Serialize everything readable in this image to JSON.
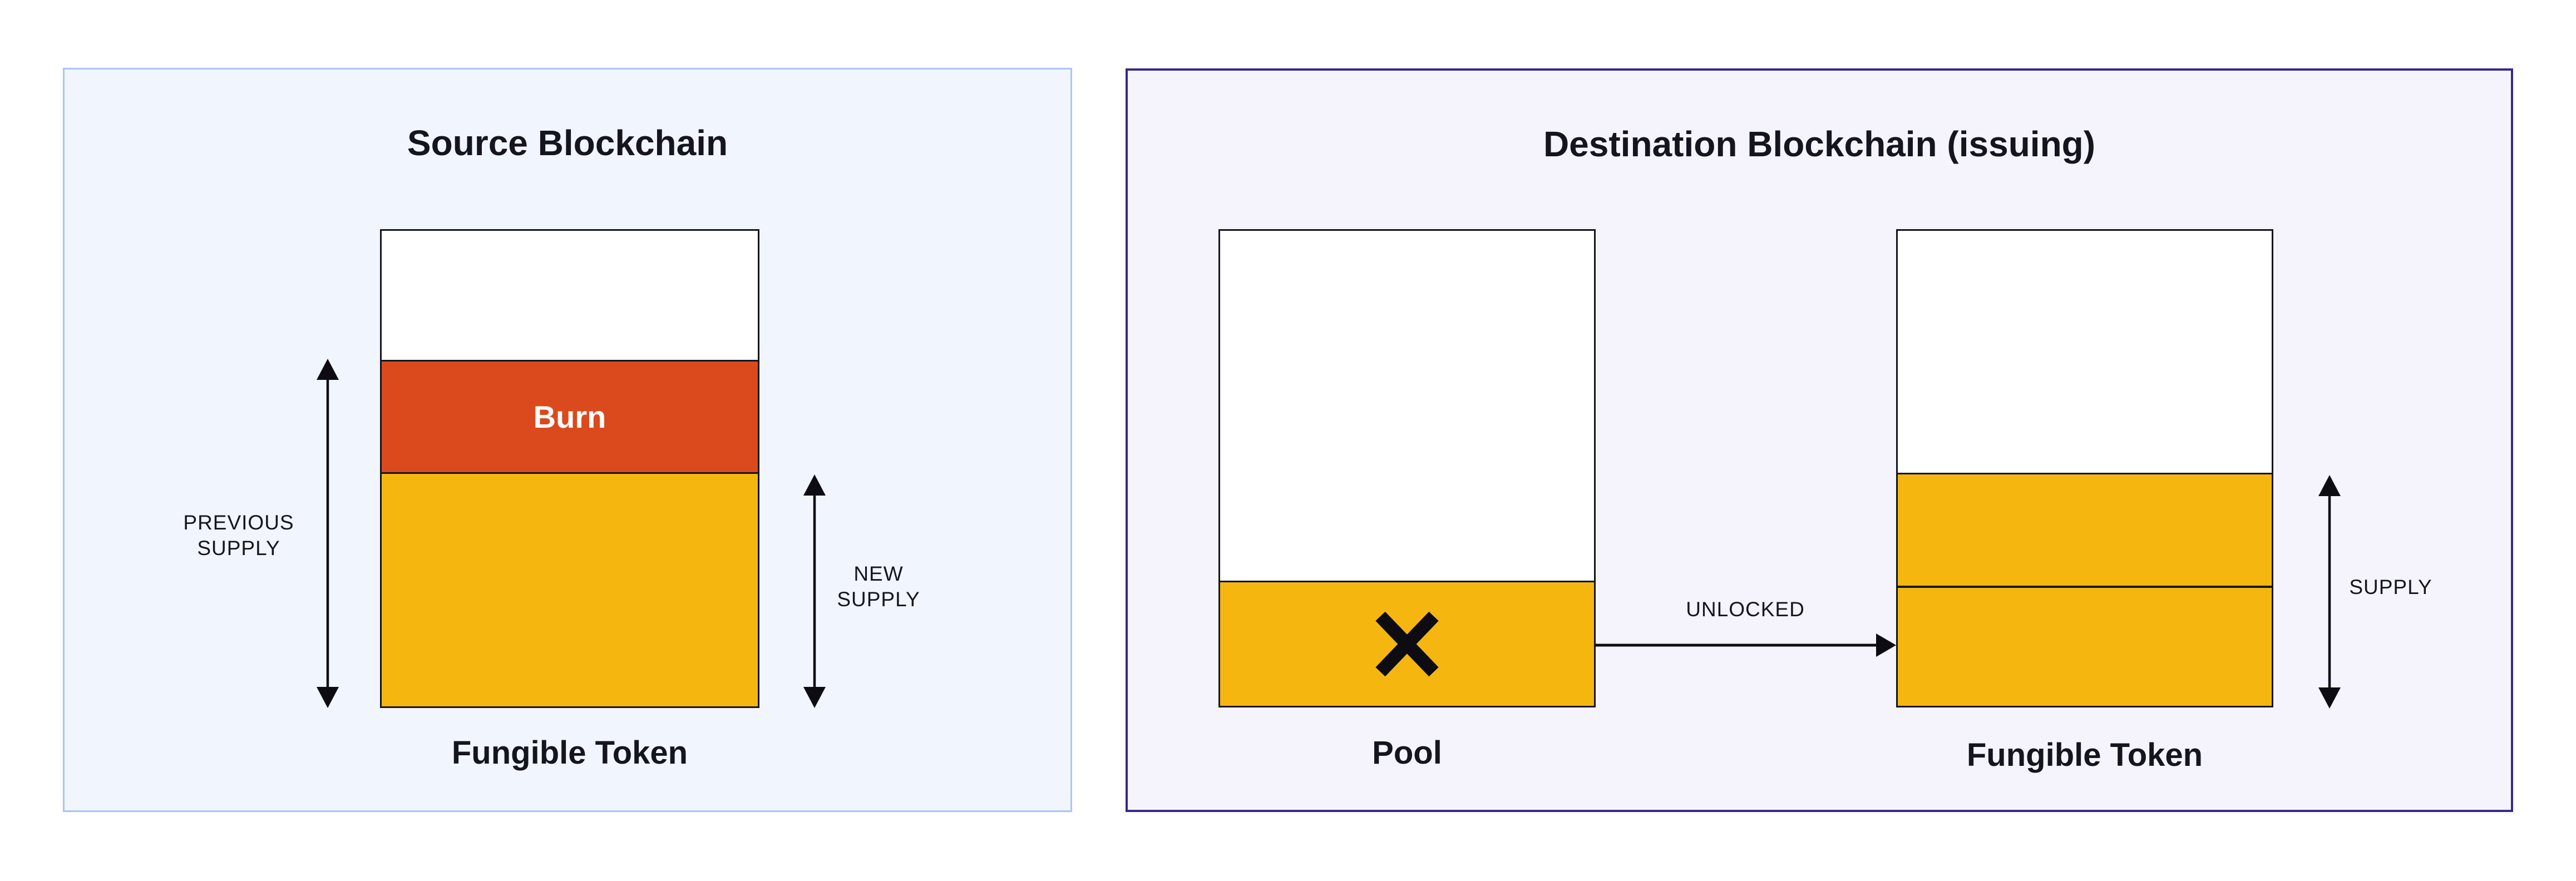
{
  "colors": {
    "page_bg": "#ffffff",
    "left_panel_bg": "#f1f5fd",
    "left_panel_border": "#adc3f1",
    "right_panel_bg": "#f5f3fc",
    "right_panel_border": "#37298a",
    "line": "#15151f",
    "arrow": "#0c0c12",
    "orange": "#db4a1d",
    "yellow": "#f5b70f",
    "white": "#ffffff",
    "text": "#15151f"
  },
  "left_panel": {
    "title": "Source Blockchain",
    "bar_label": "Fungible Token",
    "burn_label": "Burn",
    "previous_supply_label": [
      "PREVIOUS",
      "SUPPLY"
    ],
    "new_supply_label": [
      "NEW",
      "SUPPLY"
    ]
  },
  "right_panel": {
    "title": "Destination Blockchain (issuing)",
    "pool_label": "Pool",
    "token_label": "Fungible Token",
    "unlocked_label": "UNLOCKED",
    "supply_label": "SUPPLY"
  }
}
